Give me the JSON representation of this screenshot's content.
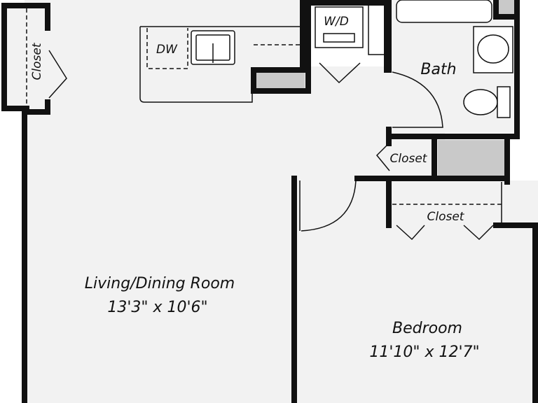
{
  "colors": {
    "floor": "#f2f2f2",
    "wall": "#111111",
    "fixture_fill": "#ffffff",
    "shaded": "#c9c9c9",
    "background": "#ffffff"
  },
  "rooms": {
    "living": {
      "name": "Living/Dining Room",
      "dimensions": "13'3\" x 10'6\""
    },
    "bedroom": {
      "name": "Bedroom",
      "dimensions": "11'10\" x 12'7\""
    },
    "bath": {
      "name": "Bath"
    }
  },
  "closets": {
    "left": "Closet",
    "hall": "Closet",
    "bedroom": "Closet"
  },
  "fixtures": {
    "dishwasher": "DW",
    "washer_dryer": "W/D"
  }
}
